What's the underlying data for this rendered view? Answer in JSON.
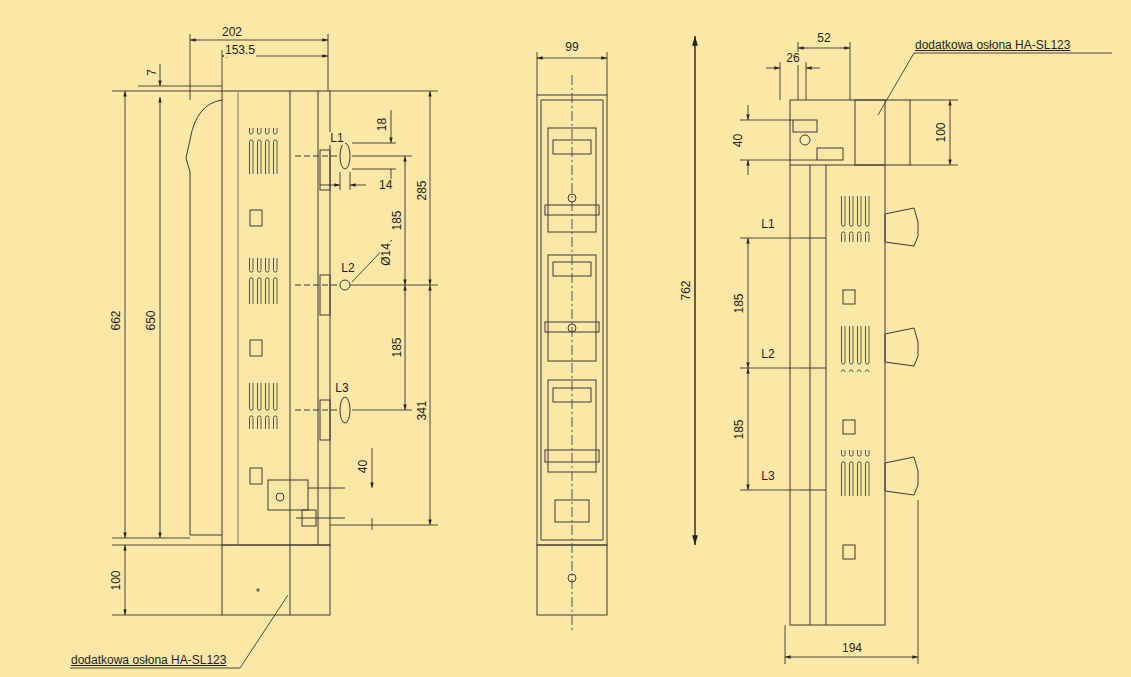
{
  "diagram": {
    "labels": [
      "202",
      "153.5",
      "7",
      "662",
      "650",
      "L1",
      "18",
      "14",
      "285",
      "185",
      "Ø14",
      "L2",
      "185",
      "341",
      "L3",
      "40",
      "100",
      "dodatkowa osłona HA-SL123",
      "99",
      "762",
      "52",
      "26",
      "dodatkowa osłona HA-SL123",
      "100",
      "40",
      "L1",
      "185",
      "L2",
      "185",
      "L3",
      "194"
    ]
  }
}
